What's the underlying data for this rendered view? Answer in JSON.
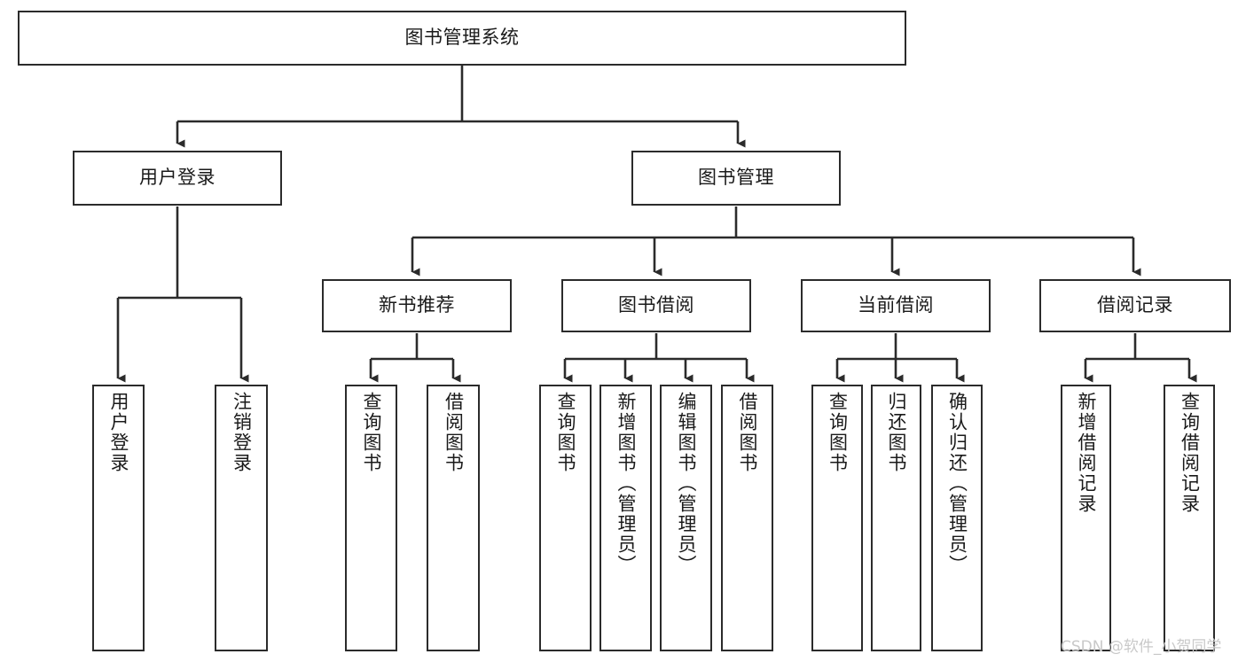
{
  "diagram": {
    "type": "tree-hierarchy",
    "title": "图书管理系统",
    "watermark": "CSDN @软件_小贺同学",
    "colors": {
      "background": "#ffffff",
      "node_border": "#2b2b2b",
      "node_fill": "#ffffff",
      "edge": "#2b2b2b",
      "text": "#1a1a1a",
      "watermark": "#c9c9c9"
    },
    "nodes": {
      "root": {
        "label": "图书管理系统"
      },
      "level2": [
        {
          "label": "用户登录"
        },
        {
          "label": "图书管理"
        }
      ],
      "level3": [
        {
          "label": "新书推荐"
        },
        {
          "label": "图书借阅"
        },
        {
          "label": "当前借阅"
        },
        {
          "label": "借阅记录"
        }
      ],
      "leaves_user_login": [
        {
          "label": "用户登录"
        },
        {
          "label": "注销登录"
        }
      ],
      "leaves_new_book": [
        {
          "label": "查询图书"
        },
        {
          "label": "借阅图书"
        }
      ],
      "leaves_borrow": [
        {
          "label": "查询图书"
        },
        {
          "label": "新增图书（管理员）"
        },
        {
          "label": "编辑图书（管理员）"
        },
        {
          "label": "借阅图书"
        }
      ],
      "leaves_current": [
        {
          "label": "查询图书"
        },
        {
          "label": "归还图书"
        },
        {
          "label": "确认归还（管理员）"
        }
      ],
      "leaves_record": [
        {
          "label": "新增借阅记录"
        },
        {
          "label": "查询借阅记录"
        }
      ]
    }
  }
}
